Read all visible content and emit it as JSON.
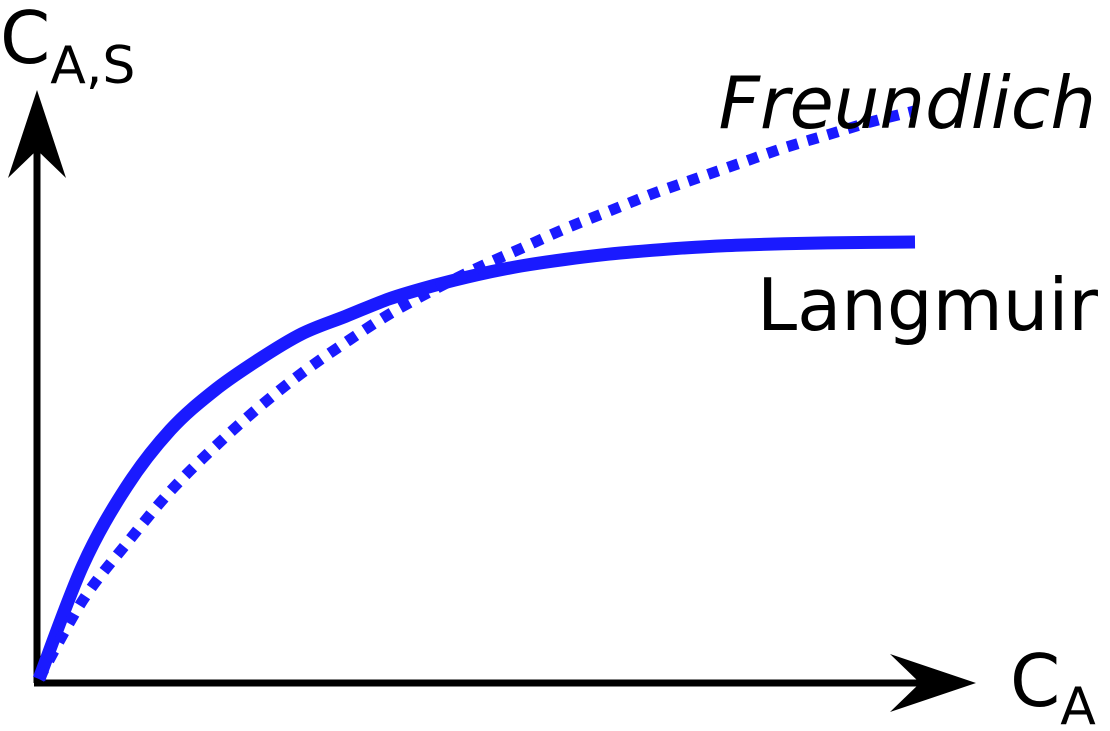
{
  "chart_data": {
    "type": "line",
    "xlabel": {
      "main": "C",
      "sub": "A"
    },
    "ylabel": {
      "main": "C",
      "sub": "A,S"
    },
    "grid": false,
    "axis_color": "#000000",
    "series": [
      {
        "name": "Langmuir",
        "style": "solid",
        "color": "#1a1aff",
        "x": [
          0,
          0.05,
          0.1,
          0.15,
          0.2,
          0.25,
          0.3,
          0.35,
          0.4,
          0.45,
          0.5,
          0.55,
          0.6,
          0.65,
          0.7,
          0.75,
          0.8,
          0.85,
          0.9,
          0.95,
          1.0
        ],
        "y": [
          0,
          0.26,
          0.44,
          0.57,
          0.66,
          0.73,
          0.79,
          0.83,
          0.87,
          0.9,
          0.925,
          0.945,
          0.96,
          0.972,
          0.981,
          0.988,
          0.993,
          0.996,
          0.998,
          0.999,
          1.0
        ]
      },
      {
        "name": "Freundlich",
        "style": "dotted",
        "italic_label": true,
        "color": "#1a1aff",
        "x": [
          0,
          0.05,
          0.1,
          0.15,
          0.2,
          0.25,
          0.3,
          0.35,
          0.4,
          0.45,
          0.5,
          0.55,
          0.6,
          0.65,
          0.7,
          0.75,
          0.8,
          0.85,
          0.9,
          0.95,
          1.0
        ],
        "y": [
          0,
          0.18,
          0.31,
          0.43,
          0.53,
          0.62,
          0.7,
          0.77,
          0.835,
          0.89,
          0.94,
          0.985,
          1.03,
          1.07,
          1.11,
          1.145,
          1.18,
          1.215,
          1.245,
          1.275,
          1.3
        ]
      }
    ]
  }
}
